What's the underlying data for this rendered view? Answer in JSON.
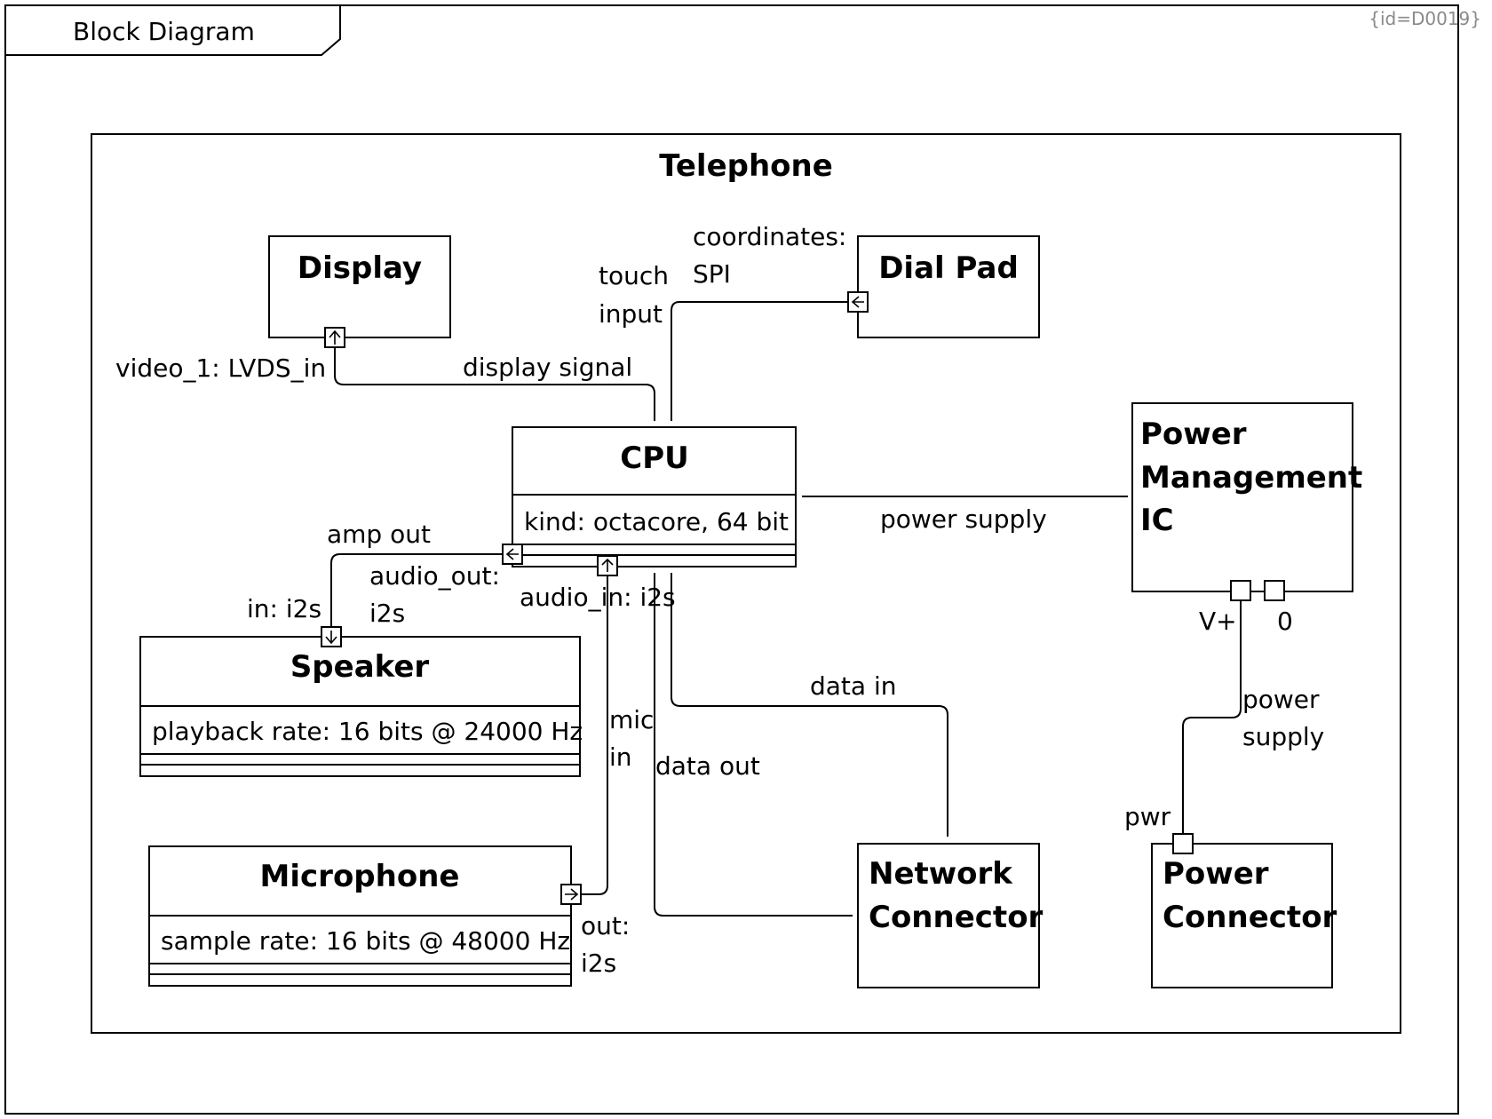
{
  "frame": {
    "title": "Block Diagram",
    "id_tag": "{id=D0019}"
  },
  "system": {
    "name": "Telephone"
  },
  "blocks": {
    "display": {
      "name": "Display"
    },
    "dial_pad": {
      "name": "Dial Pad"
    },
    "cpu": {
      "name": "CPU",
      "property": "kind: octacore, 64 bit"
    },
    "pmic": {
      "name_lines": [
        "Power",
        "Management",
        "IC"
      ]
    },
    "speaker": {
      "name": "Speaker",
      "property": "playback rate: 16 bits @ 24000 Hz"
    },
    "microphone": {
      "name": "Microphone",
      "property": "sample rate: 16 bits @ 48000 Hz"
    },
    "network_connector": {
      "name_lines": [
        "Network",
        "Connector"
      ]
    },
    "power_connector": {
      "name_lines": [
        "Power",
        "Connector"
      ]
    }
  },
  "ports": {
    "display_video": "video_1: LVDS_in",
    "dialpad_coords": [
      "coordinates:",
      "SPI"
    ],
    "cpu_audio_out": [
      "audio_out:",
      "i2s"
    ],
    "cpu_audio_in": "audio_in: i2s",
    "speaker_in": "in: i2s",
    "mic_out": [
      "out:",
      "i2s"
    ],
    "pmic_vplus": "V+",
    "pmic_zero": "0",
    "power_connector_pwr": "pwr"
  },
  "connections": {
    "display_signal": "display signal",
    "touch_input": [
      "touch",
      "input"
    ],
    "power_supply_cpu": "power supply",
    "amp_out": "amp out",
    "mic_in": [
      "mic",
      "in"
    ],
    "data_out": "data out",
    "data_in": "data in",
    "power_supply_connector": [
      "power",
      "supply"
    ]
  }
}
